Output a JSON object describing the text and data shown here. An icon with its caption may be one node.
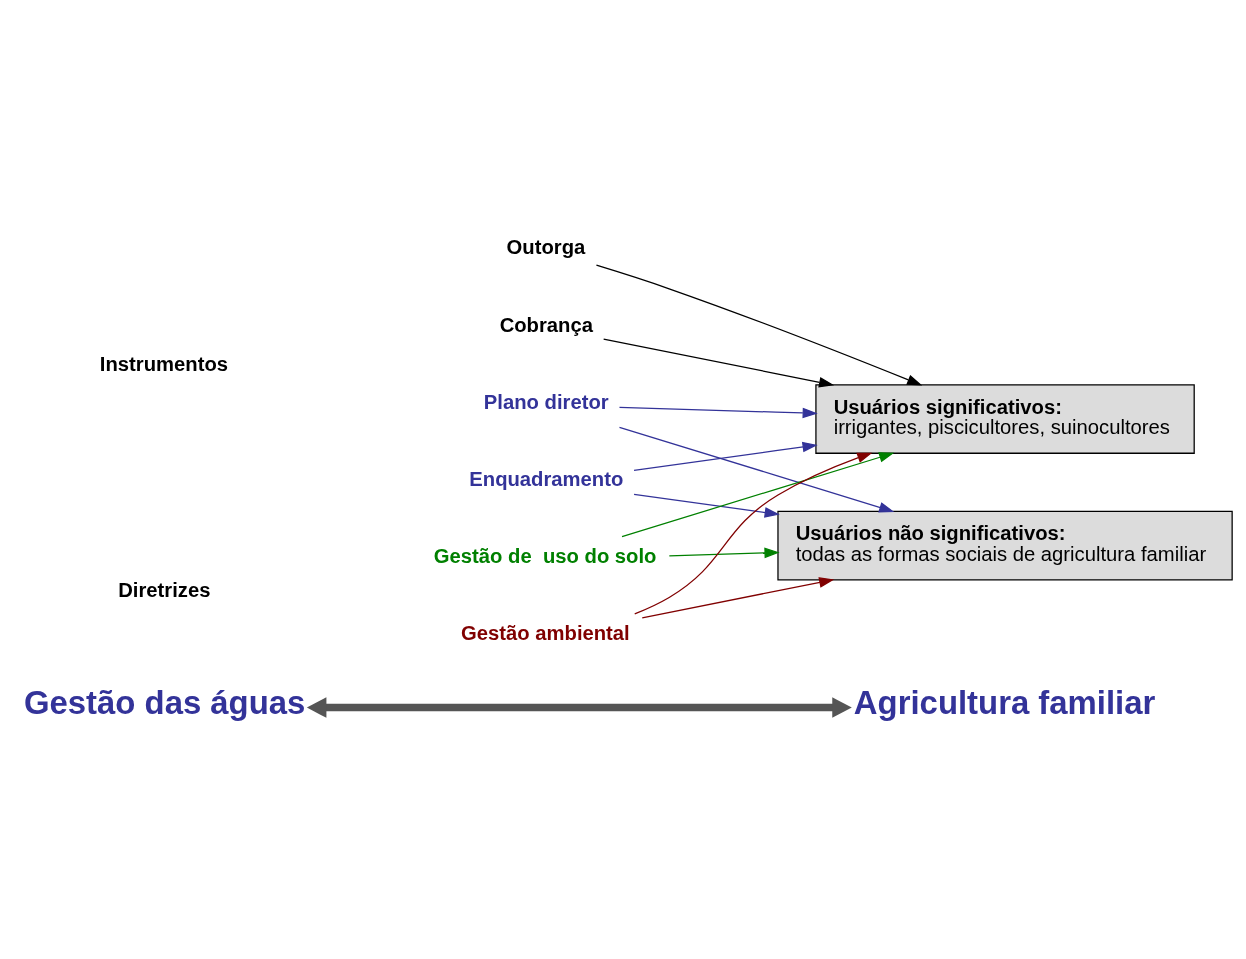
{
  "diagram": {
    "nodes": [
      {
        "text": [
          "Gestão das águas"
        ]
      },
      {
        "text": [
          "Agricultura familiar"
        ]
      },
      {
        "text": [
          "Instrumentos"
        ]
      },
      {
        "text": [
          "Diretrizes"
        ]
      },
      {
        "text": [
          "Outorga"
        ]
      },
      {
        "text": [
          "Cobrança"
        ]
      },
      {
        "text": [
          "Plano diretor"
        ]
      },
      {
        "text": [
          "Enquadramento"
        ]
      },
      {
        "text": [
          "Gestão de  uso do solo"
        ]
      },
      {
        "text": [
          "Gestão ambiental"
        ]
      },
      {
        "text": [
          "Usuários significativos:",
          "irrigantes, piscicultores, suinocultores"
        ]
      },
      {
        "text": [
          "Usuários não significativos:",
          "todas as formas sociais de agricultura familiar"
        ]
      }
    ],
    "edges": [
      {
        "from": 0,
        "to": 1,
        "arrow": "both",
        "style": "thick"
      },
      {
        "from": 4,
        "to": 10,
        "arrow": "to",
        "color": "#000000"
      },
      {
        "from": 5,
        "to": 10,
        "arrow": "to",
        "color": "#000000"
      },
      {
        "from": 6,
        "to": 10,
        "arrow": "to",
        "color": "#333399"
      },
      {
        "from": 7,
        "to": 10,
        "arrow": "to",
        "color": "#333399"
      },
      {
        "from": 6,
        "to": 11,
        "arrow": "to",
        "color": "#333399"
      },
      {
        "from": 7,
        "to": 11,
        "arrow": "to",
        "color": "#333399"
      },
      {
        "from": 8,
        "to": 10,
        "arrow": "to",
        "color": "#008000"
      },
      {
        "from": 8,
        "to": 11,
        "arrow": "to",
        "color": "#008000"
      },
      {
        "from": 9,
        "to": 10,
        "arrow": "to",
        "color": "#800000"
      },
      {
        "from": 9,
        "to": 11,
        "arrow": "to",
        "color": "#800000"
      }
    ]
  }
}
